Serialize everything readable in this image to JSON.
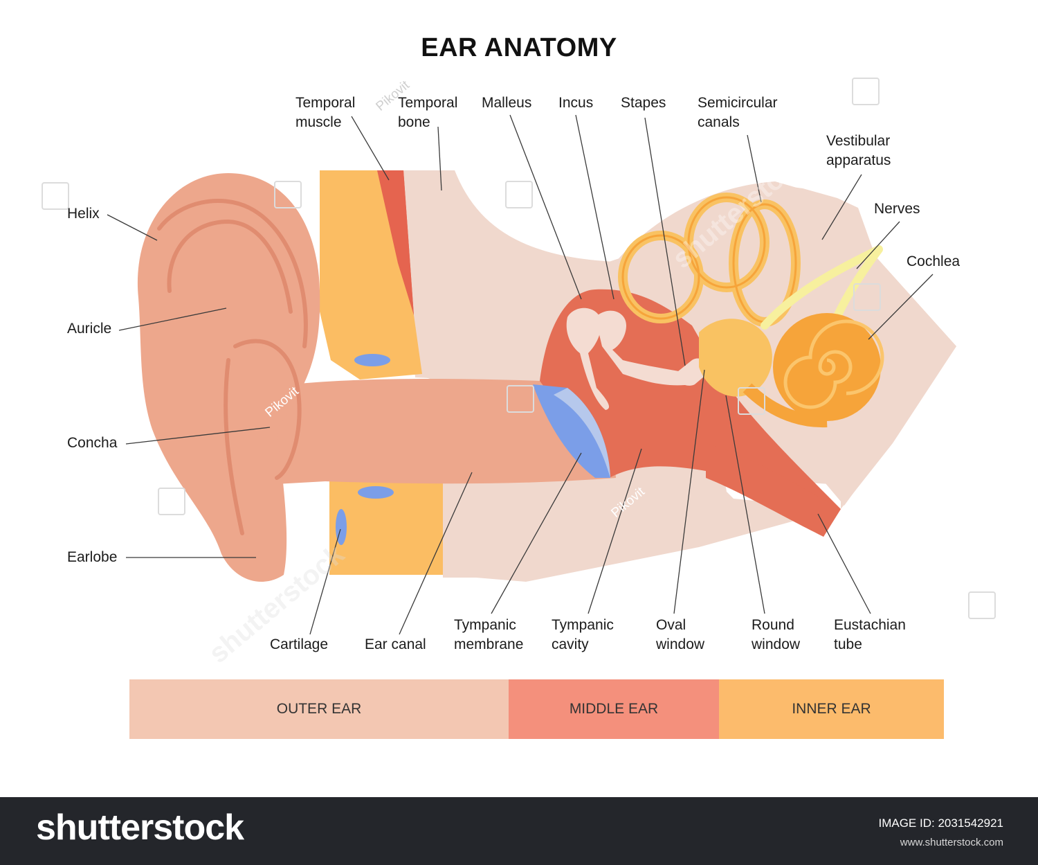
{
  "title": "EAR ANATOMY",
  "labels": {
    "temporal_muscle": "Temporal muscle",
    "temporal_bone": "Temporal bone",
    "malleus": "Malleus",
    "incus": "Incus",
    "stapes": "Stapes",
    "semicircular_canals": "Semicircular canals",
    "vestibular_apparatus": "Vestibular apparatus",
    "nerves": "Nerves",
    "cochlea": "Cochlea",
    "helix": "Helix",
    "auricle": "Auricle",
    "concha": "Concha",
    "earlobe": "Earlobe",
    "cartilage": "Cartilage",
    "ear_canal": "Ear canal",
    "tympanic_membrane": "Tympanic membrane",
    "tympanic_cavity": "Tympanic cavity",
    "oval_window": "Oval window",
    "round_window": "Round window",
    "eustachian_tube": "Eustachian tube"
  },
  "sections": [
    {
      "label": "OUTER EAR",
      "color": "#f3c7b2"
    },
    {
      "label": "MIDDLE EAR",
      "color": "#f4907c"
    },
    {
      "label": "INNER EAR",
      "color": "#fcbb6c"
    }
  ],
  "watermarks": {
    "author": "Pikovit",
    "stock": "shutterstock"
  },
  "footer": {
    "logo": "shutterstock",
    "image_id": "IMAGE ID: 2031542921",
    "site": "www.shutterstock.com"
  }
}
